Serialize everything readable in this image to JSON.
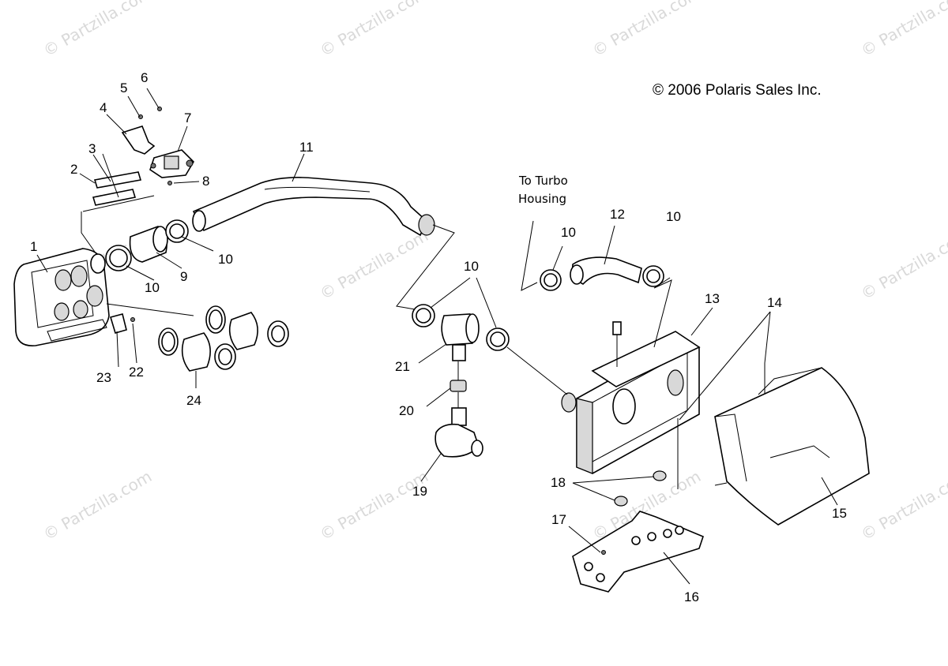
{
  "copyright": "© 2006 Polaris Sales Inc.",
  "note": {
    "line1": "To Turbo",
    "line2": "Housing"
  },
  "watermark": "© Partzilla.com",
  "callouts": {
    "c1": "1",
    "c2": "2",
    "c3": "3",
    "c4": "4",
    "c5": "5",
    "c6": "6",
    "c7": "7",
    "c8": "8",
    "c9": "9",
    "c10a": "10",
    "c10b": "10",
    "c10c": "10",
    "c10d": "10",
    "c10e": "10",
    "c11": "11",
    "c12": "12",
    "c13": "13",
    "c14": "14",
    "c15": "15",
    "c16": "16",
    "c17": "17",
    "c18": "18",
    "c19": "19",
    "c20": "20",
    "c21": "21",
    "c22": "22",
    "c23": "23",
    "c24": "24"
  }
}
